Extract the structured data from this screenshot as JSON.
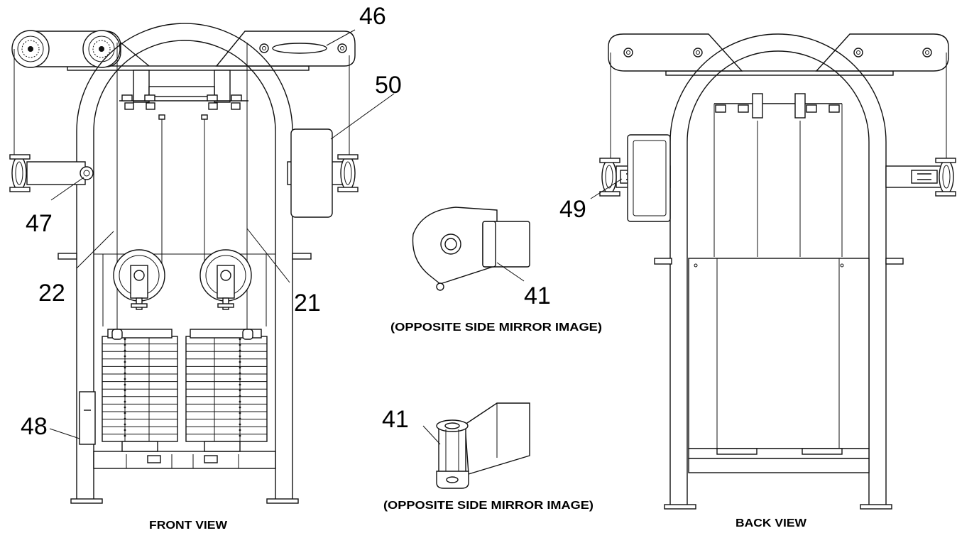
{
  "callouts": {
    "c21": "21",
    "c22": "22",
    "c41_top": "41",
    "c41_bottom": "41",
    "c46": "46",
    "c47": "47",
    "c48": "48",
    "c49": "49",
    "c50": "50"
  },
  "captions": {
    "front_view": "FRONT VIEW",
    "back_view": "BACK VIEW",
    "mirror_top": "(OPPOSITE SIDE MIRROR IMAGE)",
    "mirror_bottom": "(OPPOSITE SIDE MIRROR IMAGE)"
  }
}
